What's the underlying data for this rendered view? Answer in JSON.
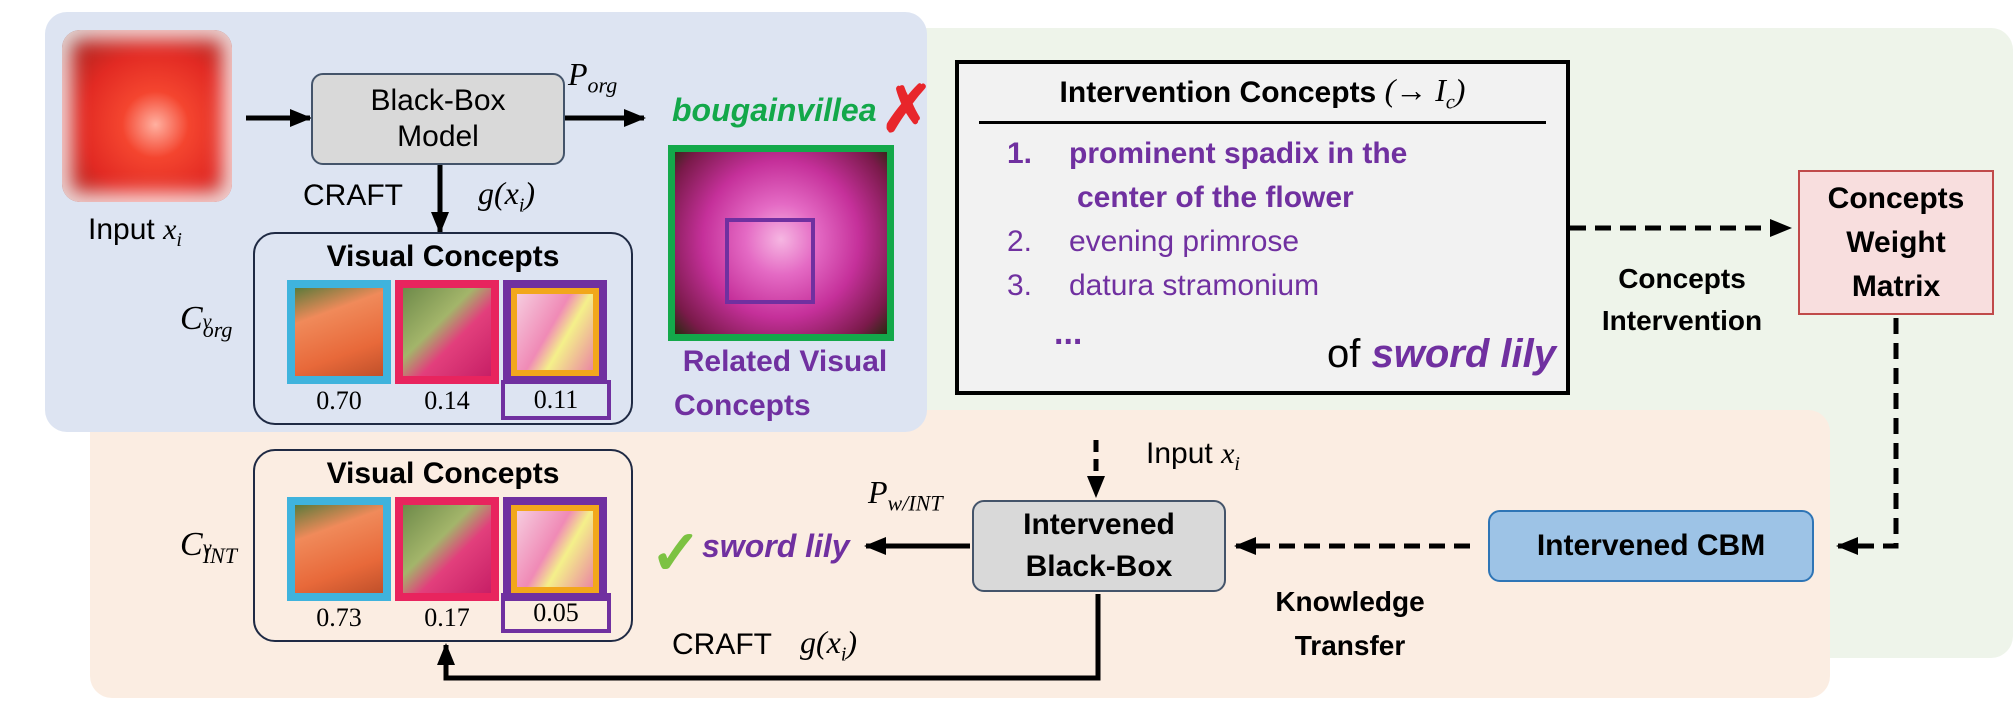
{
  "blackbox": {
    "title_line1": "Black-Box",
    "title_line2": "Model",
    "output_label": "P",
    "output_sub": "org"
  },
  "input": {
    "label": "Input",
    "var": "x",
    "sub": "i"
  },
  "craft": {
    "label": "CRAFT",
    "g_label": "g(x",
    "g_sub": "i",
    "g_close": ")"
  },
  "visual_concepts_top": {
    "title": "Visual Concepts",
    "c_label": "C",
    "c_sup": "v",
    "c_sub": "org",
    "scores": [
      "0.70",
      "0.14",
      "0.11"
    ]
  },
  "prediction_top": {
    "label": "bougainvillea",
    "mark": "✗"
  },
  "related": {
    "line1": "Related Visual",
    "line2": "Concepts"
  },
  "intervention": {
    "title": "Intervention Concepts",
    "title_math": "(→ I",
    "title_sub": "c",
    "title_close": ")",
    "items": [
      {
        "num": "1.",
        "text_line1": "prominent spadix in the",
        "text_line2": "center of  the flower"
      },
      {
        "num": "2.",
        "text_line1": "evening primrose"
      },
      {
        "num": "3.",
        "text_line1": "datura stramonium"
      }
    ],
    "ellipsis": "...",
    "of_label": "of",
    "class_label": "sword lily"
  },
  "concepts_intervention": {
    "line1": "Concepts",
    "line2": "Intervention"
  },
  "weight_matrix": {
    "line1": "Concepts",
    "line2": "Weight",
    "line3": "Matrix"
  },
  "intervened_cbm": {
    "label": "Intervened CBM"
  },
  "knowledge_transfer": {
    "line1": "Knowledge",
    "line2": "Transfer"
  },
  "intervened_blackbox": {
    "line1": "Intervened",
    "line2": "Black-Box",
    "input_label": "Input",
    "output_label": "P",
    "output_sub": "w/INT"
  },
  "prediction_bottom": {
    "label": "sword lily",
    "mark": "✓"
  },
  "visual_concepts_bottom": {
    "title": "Visual Concepts",
    "c_label": "C",
    "c_sup": "v",
    "c_sub": "INT",
    "scores": [
      "0.73",
      "0.17",
      "0.05"
    ]
  },
  "craft_bottom": {
    "label": "CRAFT",
    "g_label": "g(x",
    "g_sub": "i",
    "g_close": ")"
  },
  "colors": {
    "blue_region": "#DDE4F2",
    "green_region": "#EEF4EA",
    "orange_region": "#FBEDE2",
    "purple": "#7030A0",
    "green": "#13A84A",
    "cyan": "#3FB3DD",
    "pink": "#E8245E",
    "gold": "#F2A71B"
  }
}
